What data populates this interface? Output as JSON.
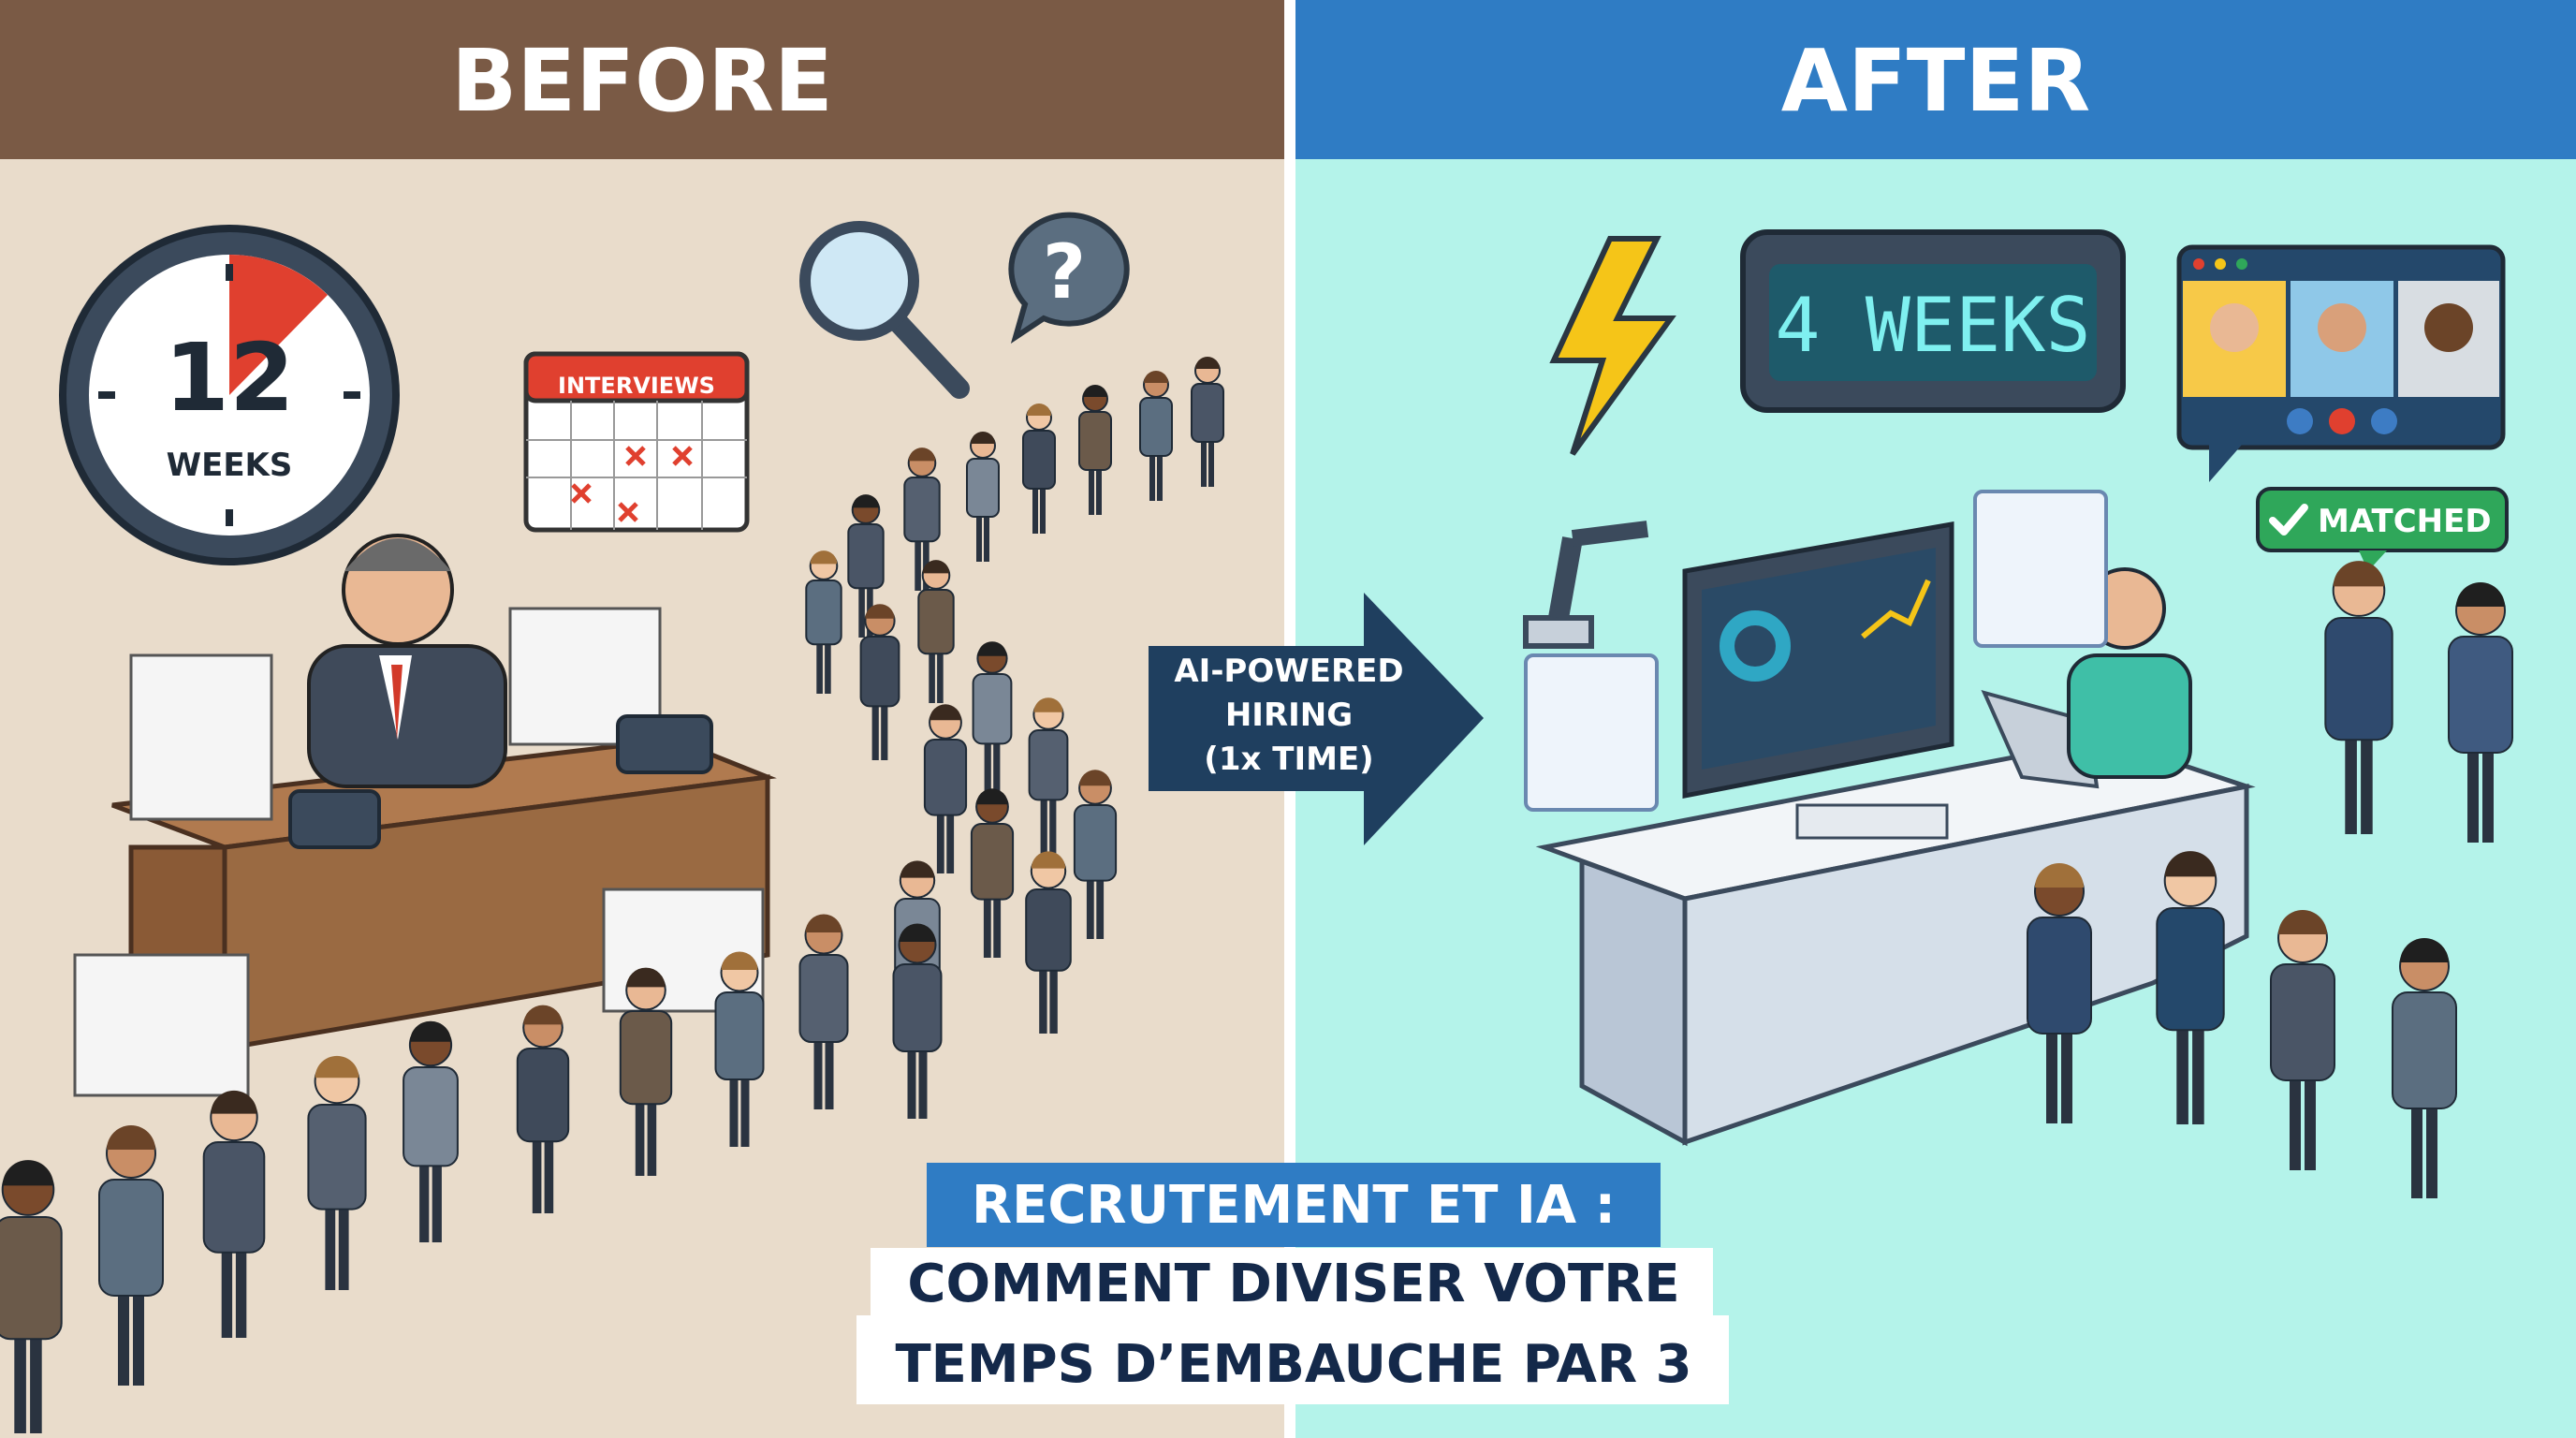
{
  "before": {
    "header": "BEFORE",
    "header_color": "#7a5a45",
    "background_color": "#e9dccb",
    "clock": {
      "number": "12",
      "unit": "WEEKS",
      "icon": "stopwatch-icon"
    },
    "calendar": {
      "label": "INTERVIEWS",
      "icon": "calendar-icon"
    },
    "icons": [
      "magnifier-icon",
      "question-bubble-icon",
      "telephone-icon",
      "resume-stack-icon"
    ]
  },
  "after": {
    "header": "AFTER",
    "header_color": "#2f7cc4",
    "background_color": "#b4f3ea",
    "display": {
      "text": "4 WEEKS"
    },
    "badge": {
      "label": "MATCHED",
      "color": "#2fa75a"
    },
    "icons": [
      "lightning-icon",
      "video-call-icon",
      "robot-arm-icon",
      "monitor-dashboard-icon",
      "laptop-icon"
    ]
  },
  "arrow": {
    "line1": "AI-POWERED",
    "line2": "HIRING",
    "line3": "(1x TIME)",
    "color": "#1f3f5f"
  },
  "title": {
    "line1": "RECRUTEMENT ET IA :",
    "line2": "COMMENT DIVISER VOTRE",
    "line3": "TEMPS D’EMBAUCHE PAR 3",
    "accent": "#2f7cc4"
  }
}
